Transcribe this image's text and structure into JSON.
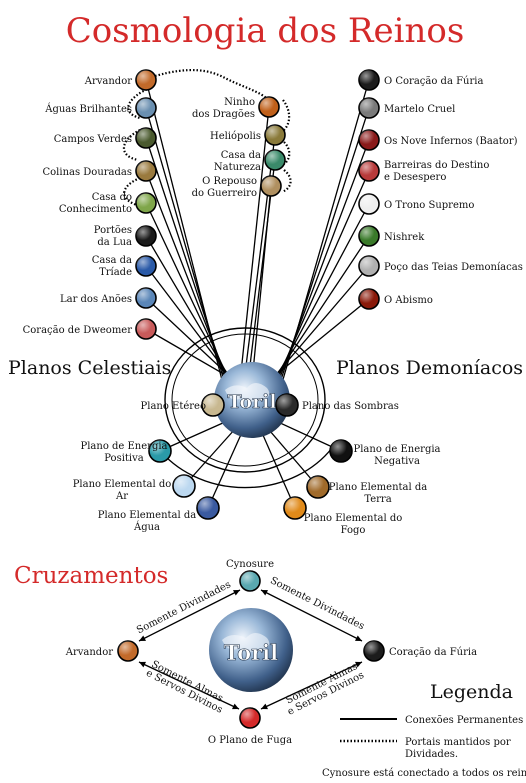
{
  "title": "Cosmologia dos Reinos",
  "sections": {
    "celestial": "Planos Celestiais",
    "demonic": "Planos Demoníacos",
    "crossings": "Cruzamentos",
    "legend": "Legenda"
  },
  "center": "Toril",
  "celestial_planes": [
    {
      "lines": [
        "Arvandor"
      ],
      "color": "#c26a2a"
    },
    {
      "lines": [
        "Águas Brilhantes"
      ],
      "color": "#6a8fb0"
    },
    {
      "lines": [
        "Campos Verdes"
      ],
      "color": "#4a5a2e"
    },
    {
      "lines": [
        "Colinas Douradas"
      ],
      "color": "#9a7a3e"
    },
    {
      "lines": [
        "Casa do",
        "Conhecimento"
      ],
      "color": "#7fa64a"
    },
    {
      "lines": [
        "Portões",
        "da Lua"
      ],
      "color": "#1a1a1a"
    },
    {
      "lines": [
        "Casa da",
        "Tríade"
      ],
      "color": "#2a5aa8"
    },
    {
      "lines": [
        "Lar dos Anões"
      ],
      "color": "#5a86b8"
    },
    {
      "lines": [
        "Coração de Dweomer"
      ],
      "color": "#c85a5a"
    }
  ],
  "middle_planes": [
    {
      "lines": [
        "Ninho",
        "dos Dragões"
      ],
      "color": "#c0601a"
    },
    {
      "lines": [
        "Heliópolis"
      ],
      "color": "#8a7a3a"
    },
    {
      "lines": [
        "Casa da",
        "Natureza"
      ],
      "color": "#3a8a6a"
    },
    {
      "lines": [
        "O Repouso",
        "do Guerreiro"
      ],
      "color": "#b09060"
    }
  ],
  "demonic_planes": [
    {
      "lines": [
        "O Coração da Fúria"
      ],
      "color": "#1c1c1c"
    },
    {
      "lines": [
        "Martelo Cruel"
      ],
      "color": "#7a7a7a"
    },
    {
      "lines": [
        "Os Nove Infernos (Baator)"
      ],
      "color": "#8a1a1a"
    },
    {
      "lines": [
        "Barreiras do Destino",
        "e Desespero"
      ],
      "color": "#b83a3a"
    },
    {
      "lines": [
        "O Trono Supremo"
      ],
      "color": "#eeeeee"
    },
    {
      "lines": [
        "Nishrek"
      ],
      "color": "#3a7a2a"
    },
    {
      "lines": [
        "Poço das Teias Demoníacas"
      ],
      "color": "#b0b0b0"
    },
    {
      "lines": [
        "O Abismo"
      ],
      "color": "#8a1a0a"
    }
  ],
  "inner_planes": {
    "ethereal": {
      "lines": [
        "Plano Etéreo"
      ],
      "color": "#c8b890"
    },
    "shadow": {
      "lines": [
        "Plano das Sombras"
      ],
      "color": "#2a2a2a"
    },
    "positive": {
      "lines": [
        "Plano de Energia",
        "Positiva"
      ],
      "color": "#2a9aa8"
    },
    "negative": {
      "lines": [
        "Plano de Energia",
        "Negativa"
      ],
      "color": "#111111"
    },
    "air": {
      "lines": [
        "Plano Elemental do",
        "Ar"
      ],
      "color": "#bcd8f0"
    },
    "water": {
      "lines": [
        "Plano Elemental da",
        "Água"
      ],
      "color": "#3a5aa0"
    },
    "earth": {
      "lines": [
        "Plano Elemental da",
        "Terra"
      ],
      "color": "#a06a2a"
    },
    "fire": {
      "lines": [
        "Plano Elemental do",
        "Fogo"
      ],
      "color": "#e08a1a"
    }
  },
  "crossings": {
    "cynosure": "Cynosure",
    "arvandor": "Arvandor",
    "fury": "Coração da Fúria",
    "flight": "O Plano de Fuga",
    "edge_top": "Somente Divindades",
    "edge_bottom": [
      "Somente Almas",
      "e Servos Divinos"
    ]
  },
  "legend": {
    "permanent": "Conexões Permanentes",
    "portals": [
      "Portais mantidos por",
      "Dividades."
    ],
    "note": "Cynosure está conectado a todos os reinos"
  },
  "colors": {
    "title": "#d42a2a",
    "crossings": "#d42a2a",
    "line": "#000000",
    "earth_light": "#9ab8d8",
    "earth_dark": "#1e3048"
  }
}
